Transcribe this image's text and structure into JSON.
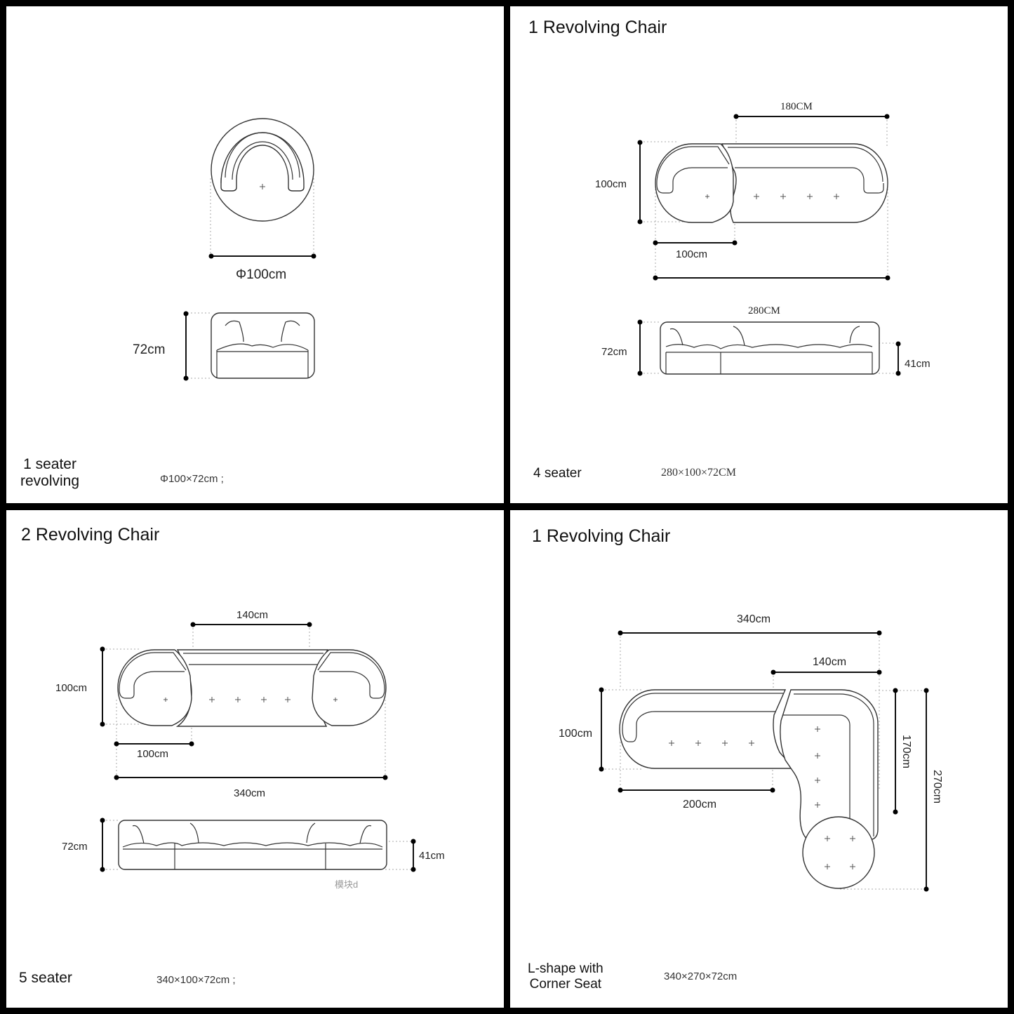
{
  "panels": [
    {
      "title": "",
      "label": "1 seater\nrevolving",
      "spec": "Φ100×72cm ;",
      "dims": {
        "diameter": "Φ100cm",
        "height": "72cm"
      }
    },
    {
      "title": "1 Revolving Chair",
      "label": "4 seater",
      "spec": "280×100×72CM",
      "dims": {
        "top": "180CM",
        "depth": "100cm",
        "width_small": "100cm",
        "total": "280CM",
        "height": "72cm",
        "seat_height": "41cm"
      }
    },
    {
      "title": "2 Revolving Chair",
      "label": "5 seater",
      "spec": "340×100×72cm ;",
      "dims": {
        "top": "140cm",
        "depth": "100cm",
        "width_small": "100cm",
        "total": "340cm",
        "height": "72cm",
        "seat_height": "41cm",
        "module": "模块d"
      }
    },
    {
      "title": "1 Revolving Chair",
      "label": "L-shape with\nCorner Seat",
      "spec": "340×270×72cm",
      "dims": {
        "total": "340cm",
        "top": "140cm",
        "depth": "100cm",
        "side": "170cm",
        "full_side": "270cm",
        "bottom": "200cm"
      }
    }
  ]
}
